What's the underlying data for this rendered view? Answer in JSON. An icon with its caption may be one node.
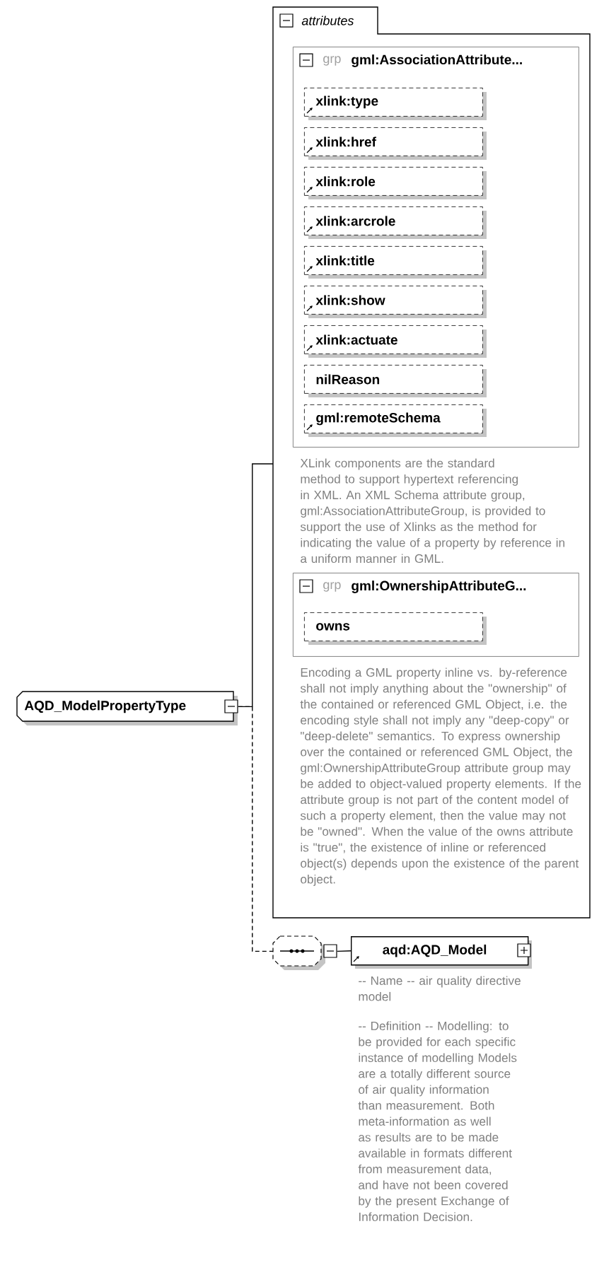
{
  "diagram": {
    "nodes": [
      {
        "text": [
          "AQD_ModelPropertyType"
        ]
      },
      {
        "text": [
          "attributes"
        ]
      },
      {
        "text": [
          "grp",
          "gml:AssociationAttribute..."
        ],
        "in": 1,
        "beside": [
          "XLink components are the standard method to support hypertext referencing in XML. An XML Schema attribute group, gml:AssociationAttributeGroup, is provided to support the use of Xlinks as the method for indicating the value of a property by reference in a uniform manner in GML."
        ]
      },
      {
        "text": [
          "xlink:type"
        ],
        "in": 2
      },
      {
        "text": [
          "xlink:href"
        ],
        "in": 2
      },
      {
        "text": [
          "xlink:role"
        ],
        "in": 2
      },
      {
        "text": [
          "xlink:arcrole"
        ],
        "in": 2
      },
      {
        "text": [
          "xlink:title"
        ],
        "in": 2
      },
      {
        "text": [
          "xlink:show"
        ],
        "in": 2
      },
      {
        "text": [
          "xlink:actuate"
        ],
        "in": 2
      },
      {
        "text": [
          "nilReason"
        ],
        "in": 2
      },
      {
        "text": [
          "gml:remoteSchema"
        ],
        "in": 2
      },
      {
        "text": [
          "grp",
          "gml:OwnershipAttributeG..."
        ],
        "in": 1,
        "beside": [
          "Encoding a GML property inline vs. by-reference shall not imply anything about the \"ownership\" of the contained or referenced GML Object, i.e. the encoding style shall not imply any \"deep-copy\" or \"deep-delete\" semantics. To express ownership over the contained or referenced GML Object, the gml:OwnershipAttributeGroup attribute group may be added to object-valued property elements. If the attribute group is not part of the content model of such a property element, then the value may not be \"owned\". When the value of the owns attribute is \"true\", the existence of inline or referenced object(s) depends upon the existence of the parent object."
        ]
      },
      {
        "text": [
          "owns"
        ],
        "in": 12
      },
      {
        "text": [],
        "shape": "octagon"
      },
      {
        "text": [
          "aqd:AQD_Model"
        ],
        "beside": [
          "-- Name -- air quality directive model",
          "-- Definition -- Modelling: to be provided for each specific instance of modelling Models are a totally different source of air quality information than measurement. Both meta-information as well as results are to be made available in formats different from measurement data, and have not been covered by the present Exchange of Information Decision."
        ]
      }
    ],
    "edges": [
      {
        "from": 0,
        "to": 1,
        "arrow": "none"
      },
      {
        "from": 0,
        "to": 14,
        "arrow": "none",
        "style": "dashed"
      },
      {
        "from": 14,
        "to": 15,
        "arrow": "none"
      }
    ]
  }
}
